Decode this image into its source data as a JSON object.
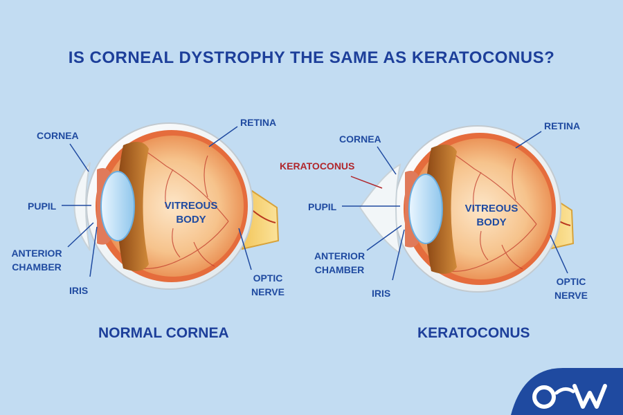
{
  "title": "IS CORNEAL DYSTROPHY THE SAME AS KERATOCONUS?",
  "normal": {
    "caption": "NORMAL CORNEA",
    "labels": {
      "cornea": "CORNEA",
      "pupil": "PUPIL",
      "anterior_chamber_1": "ANTERIOR",
      "anterior_chamber_2": "CHAMBER",
      "iris": "IRIS",
      "retina": "RETINA",
      "vitreous_1": "VITREOUS",
      "vitreous_2": "BODY",
      "optic_1": "OPTIC",
      "optic_2": "NERVE"
    }
  },
  "keratoconus": {
    "caption": "KERATOCONUS",
    "labels": {
      "keratoconus": "KERATOCONUS",
      "cornea": "CORNEA",
      "pupil": "PUPIL",
      "anterior_chamber_1": "ANTERIOR",
      "anterior_chamber_2": "CHAMBER",
      "iris": "IRIS",
      "retina": "RETINA",
      "vitreous_1": "VITREOUS",
      "vitreous_2": "BODY",
      "optic_1": "OPTIC",
      "optic_2": "NERVE"
    }
  },
  "colors": {
    "background": "#c2dcf2",
    "label_blue": "#1f4aa0",
    "keratoconus_red": "#b0262b",
    "logo_blue": "#1f4aa0"
  },
  "logo_icon": "o-w-logo"
}
